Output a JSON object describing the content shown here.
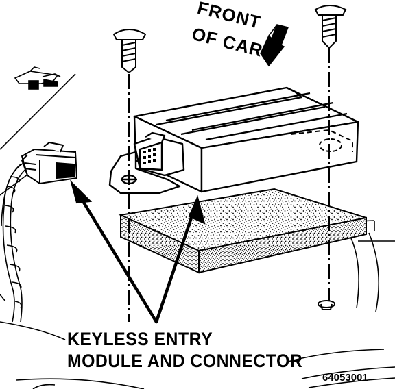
{
  "direction_label": {
    "line1": "FRONT",
    "line2": "OF CAR"
  },
  "callout": {
    "line1": "KEYLESS ENTRY",
    "line2": "MODULE AND CONNECTOR"
  },
  "figure_number": "64053001",
  "icons": [
    "screw-icon",
    "direction-arrow-icon",
    "retaining-clip-icon"
  ]
}
